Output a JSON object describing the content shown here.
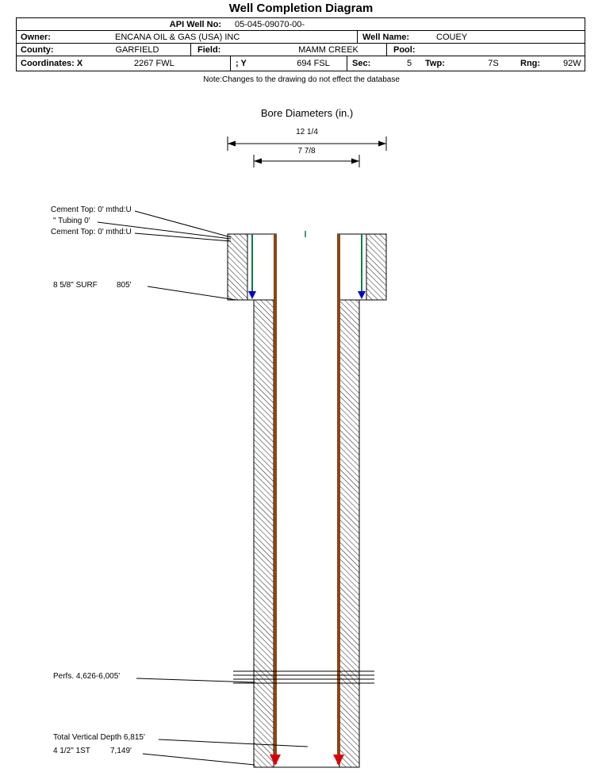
{
  "page_title": "Well Completion Diagram",
  "info_table": {
    "api_label": "API Well No:",
    "api_value": "05-045-09070-00-",
    "owner_label": "Owner:",
    "owner_value": "ENCANA OIL & GAS (USA) INC",
    "well_name_label": "Well Name:",
    "well_name_value": "COUEY",
    "county_label": "County:",
    "county_value": "GARFIELD",
    "field_label": "Field:",
    "field_value": "MAMM CREEK",
    "pool_label": "Pool:",
    "pool_value": "",
    "coordinates_label": "Coordinates: X",
    "coordinates_x_value": "2267 FWL",
    "coordinates_y_label": "; Y",
    "coordinates_y_value": "694 FSL",
    "sec_label": "Sec:",
    "sec_value": "5",
    "twp_label": "Twp:",
    "twp_value": "7S",
    "rng_label": "Rng:",
    "rng_value": "92W"
  },
  "note": "Note:Changes to the drawing do not effect the database",
  "bore_diameters": {
    "title": "Bore Diameters (in.)",
    "outer_diameter": "12 1/4",
    "inner_diameter": "7 7/8"
  },
  "annotations": {
    "cement_top_upper": "Cement Top: 0' mthd:U",
    "tubing": "\" Tubing 0'",
    "cement_top_lower": "Cement Top: 0' mthd:U",
    "surface_casing": "8 5/8\" SURF",
    "surface_casing_depth": "805'",
    "perforations": "Perfs. 4,626-6,005'",
    "total_vertical_depth": "Total Vertical Depth 6,815'",
    "production_casing": "4 1/2\" 1ST",
    "production_casing_depth": "7,149'"
  },
  "colors": {
    "production_casing": "#8B4513",
    "surface_casing": "#008040",
    "surface_shoe_marker": "#0000CC",
    "production_shoe_marker": "#DD0000"
  }
}
